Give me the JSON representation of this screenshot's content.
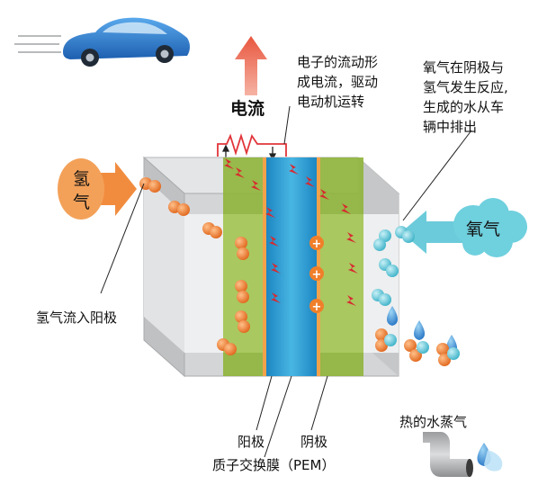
{
  "labels": {
    "current": "电流",
    "electron_flow": "电子的流动形\n成电流，驱动\n电动机运转",
    "oxygen_reaction": "氧气在阴极与\n氢气发生反应,\n生成的水从车\n辆中排出",
    "hydrogen_tag": "氢\n气",
    "oxygen_tag": "氧气",
    "hydrogen_inflow": "氢气流入阳极",
    "anode": "阳极",
    "cathode": "阴极",
    "pem": "质子交换膜（PEM）",
    "steam": "热的水蒸气"
  },
  "colors": {
    "hydrogen": "#f07f2a",
    "oxygen": "#5cc5d6",
    "membrane": "#2fa3d6",
    "electrode": "#8fb43a",
    "frame": "#c9cbcd",
    "current_arrow": "#e8563e",
    "spark": "#d9282f"
  }
}
